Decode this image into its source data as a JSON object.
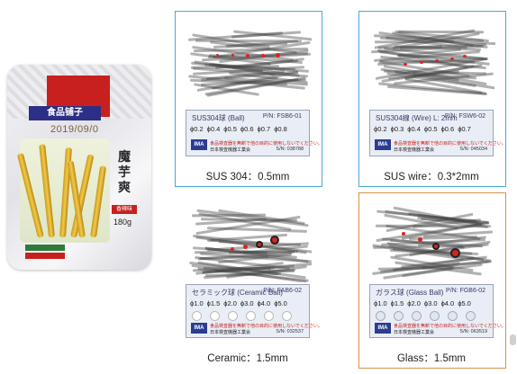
{
  "package": {
    "brand": "食品铺子",
    "date": "2019/09/0",
    "product_name": "魔芋爽",
    "tag": "香辣味",
    "weight": "180g"
  },
  "panels": [
    {
      "caption": "SUS 304：0.5mm",
      "border_color": "#4aa9d6",
      "card_title": "SUS304球 (Ball)",
      "card_pn": "P/N: FSB6-01",
      "sizes": [
        "ϕ0.2",
        "ϕ0.4",
        "ϕ0.5",
        "ϕ0.6",
        "ϕ0.7",
        "ϕ0.8"
      ],
      "sn": "S/N: 038788"
    },
    {
      "caption": "SUS wire：0.3*2mm",
      "border_color": "#4aa9d6",
      "card_title": "SUS304線 (Wire)  L: 2mm",
      "card_pn": "P/N: FSW6-02",
      "sizes": [
        "ϕ0.2",
        "ϕ0.3",
        "ϕ0.4",
        "ϕ0.5",
        "ϕ0.6",
        "ϕ0.7"
      ],
      "sn": "S/N: 045034"
    },
    {
      "caption": "Ceramic：1.5mm",
      "border_color": "#ffffff",
      "card_title": "セラミック球 (Ceramic Ball)",
      "card_pn": "P/N: FAB6-02",
      "sizes": [
        "ϕ1.0",
        "ϕ1.5",
        "ϕ2.0",
        "ϕ3.0",
        "ϕ4.0",
        "ϕ5.0"
      ],
      "sn": "S/N: 032537"
    },
    {
      "caption": "Glass：1.5mm",
      "border_color": "#d6924a",
      "card_title": "ガラス球 (Glass Ball)",
      "card_pn": "P/N: FGB6-02",
      "sizes": [
        "ϕ1.0",
        "ϕ1.5",
        "ϕ2.0",
        "ϕ3.0",
        "ϕ4.0",
        "ϕ5.0"
      ],
      "sn": "S/N: 063519"
    }
  ],
  "card_common": {
    "logo": "IMA",
    "warning": "食品検査器を無断で他の目的に使用しないでください。",
    "maker": "日本検査機器工業会"
  }
}
